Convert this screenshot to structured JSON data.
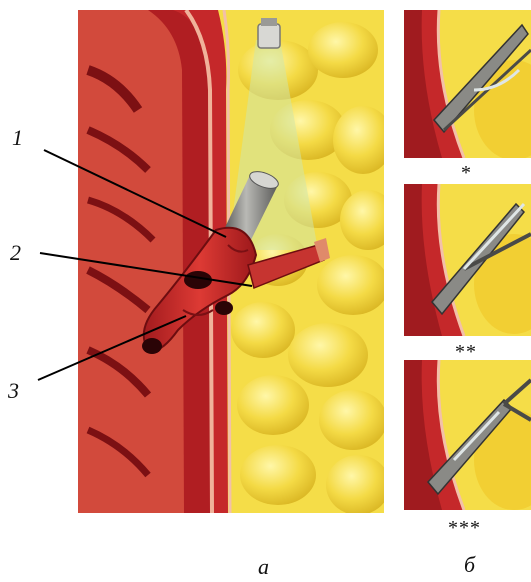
{
  "callouts": [
    "1",
    "2",
    "3"
  ],
  "panel_captions": {
    "a": "а",
    "b": "б"
  },
  "sub_panel_marks": [
    "*",
    "**",
    "***"
  ],
  "colors": {
    "fat_yellow": "#f2d63a",
    "fat_light": "#fbea7a",
    "tissue_red": "#c8262a",
    "tissue_dark": "#8e1416",
    "tube_gray": "#7a7a78"
  }
}
